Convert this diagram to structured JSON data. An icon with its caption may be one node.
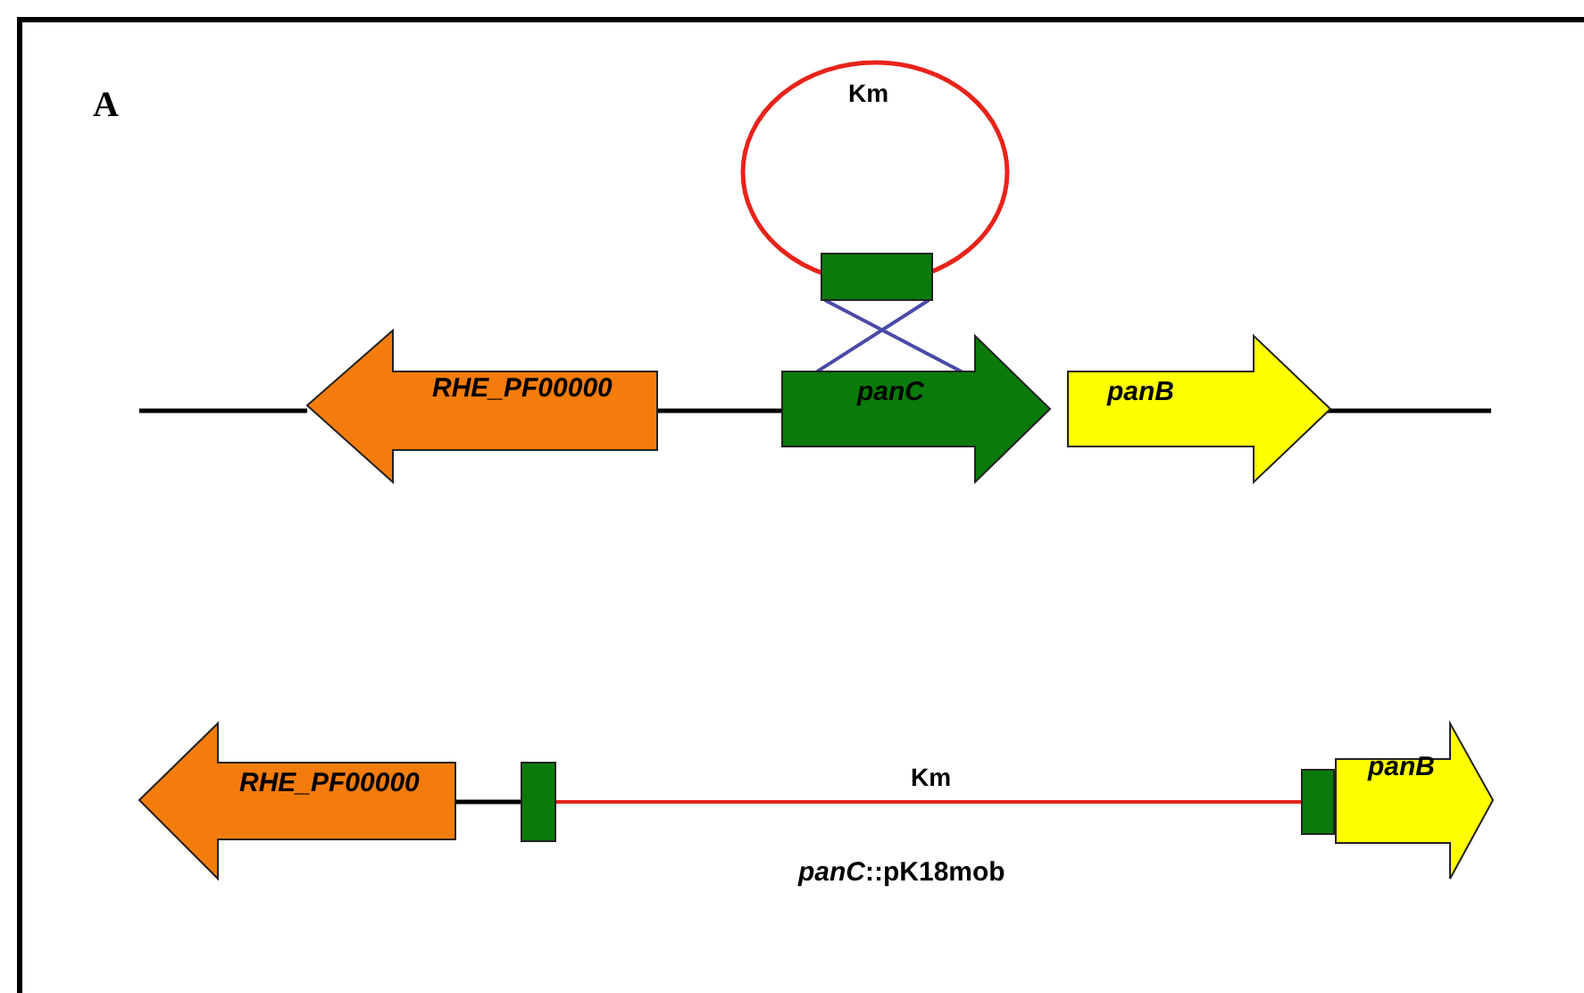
{
  "diagram": {
    "nodes": [
      {
        "text": [
          "Km"
        ]
      },
      {
        "text": [],
        "shape": "box"
      },
      {
        "text": [
          "RHE_PF00000"
        ]
      },
      {
        "text": [
          "panC"
        ]
      },
      {
        "text": [
          "panB"
        ]
      },
      {
        "text": [
          "RHE_PF00000"
        ]
      },
      {
        "text": [],
        "shape": "box"
      },
      {
        "text": [],
        "shape": "box"
      },
      {
        "text": [
          "panB"
        ]
      }
    ],
    "edges": [
      {
        "from": 1,
        "to": 3,
        "arrow": "none",
        "color": "#4a4aa8"
      },
      {
        "from": 1,
        "to": 3,
        "arrow": "none",
        "color": "#4a4aa8"
      },
      {
        "from": 6,
        "to": 7,
        "arrow": "none",
        "label": "Km",
        "color": "#e8231a"
      },
      {
        "from": null,
        "to": 2,
        "arrow": "none"
      },
      {
        "from": 2,
        "to": 3,
        "arrow": "none"
      },
      {
        "from": 4,
        "to": null,
        "arrow": "none"
      },
      {
        "from": 5,
        "to": 6,
        "arrow": "none"
      }
    ],
    "labels": [
      "A",
      "*panC*::pK18mob"
    ]
  }
}
